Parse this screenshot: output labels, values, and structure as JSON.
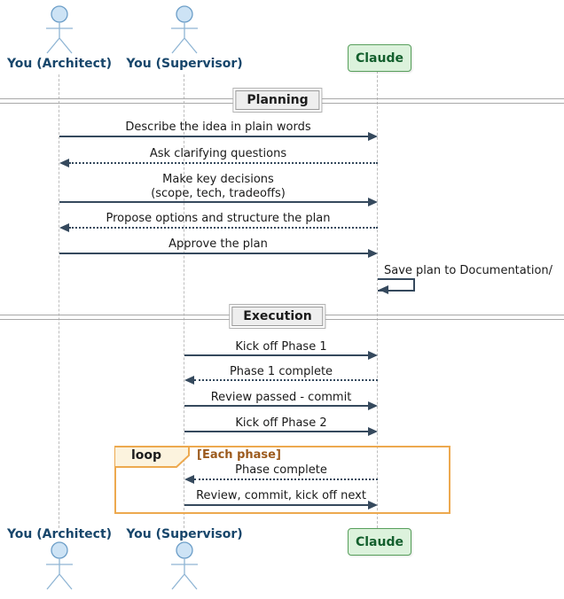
{
  "diagram_type": "uml-sequence",
  "colors": {
    "arrow": "#35495d",
    "actor_label": "#17466b",
    "actor_fill": "#cde3f5",
    "actor_stroke": "#6c9ec8",
    "actor_limb": "#8fb5d4",
    "participant_fill": "#dcf2dc",
    "participant_border": "#58a05c",
    "participant_text": "#135f2d",
    "divider_fill": "#eeeeee",
    "divider_border": "#b2b2b2",
    "lifeline": "#bdbdbd",
    "loop_border": "#eda94f",
    "loop_tab_fill": "#fcf3de",
    "loop_condition_text": "#9c5a1d",
    "message_text": "#1a1a1a"
  },
  "actors": [
    {
      "label": "You (Architect)"
    },
    {
      "label": "You (Supervisor)"
    }
  ],
  "participant": {
    "label": "Claude"
  },
  "dividers": [
    {
      "label": "Planning"
    },
    {
      "label": "Execution"
    }
  ],
  "messages": [
    {
      "label": "Describe the idea in plain words",
      "from": "You (Architect)",
      "to": "Claude",
      "style": "solid"
    },
    {
      "label": "Ask clarifying questions",
      "from": "Claude",
      "to": "You (Architect)",
      "style": "dotted"
    },
    {
      "label": "Make key decisions\n(scope, tech, tradeoffs)",
      "from": "You (Architect)",
      "to": "Claude",
      "style": "solid"
    },
    {
      "label": "Propose options and structure the plan",
      "from": "Claude",
      "to": "You (Architect)",
      "style": "dotted"
    },
    {
      "label": "Approve the plan",
      "from": "You (Architect)",
      "to": "Claude",
      "style": "solid"
    },
    {
      "label": "Save plan to Documentation/",
      "from": "Claude",
      "to": "Claude",
      "style": "self"
    },
    {
      "label": "Kick off Phase 1",
      "from": "You (Supervisor)",
      "to": "Claude",
      "style": "solid"
    },
    {
      "label": "Phase 1 complete",
      "from": "Claude",
      "to": "You (Supervisor)",
      "style": "dotted"
    },
    {
      "label": "Review passed - commit",
      "from": "You (Supervisor)",
      "to": "Claude",
      "style": "solid"
    },
    {
      "label": "Kick off Phase 2",
      "from": "You (Supervisor)",
      "to": "Claude",
      "style": "solid"
    },
    {
      "label": "Phase complete",
      "from": "Claude",
      "to": "You (Supervisor)",
      "style": "dotted"
    },
    {
      "label": "Review, commit, kick off next",
      "from": "You (Supervisor)",
      "to": "Claude",
      "style": "solid"
    }
  ],
  "loop": {
    "keyword": "loop",
    "condition": "[Each phase]"
  }
}
